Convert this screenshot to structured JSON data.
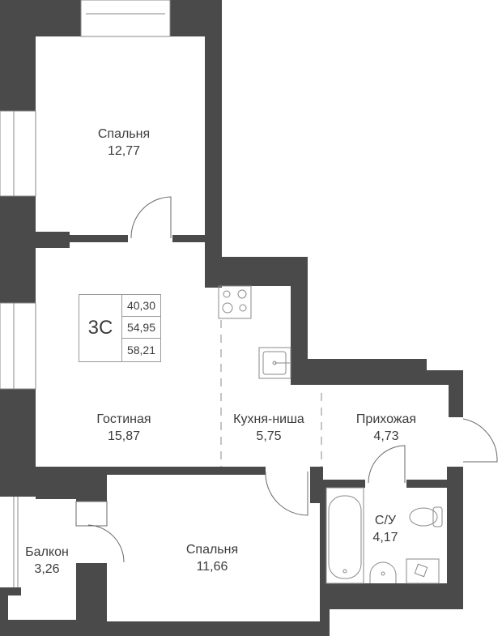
{
  "plan": {
    "type": "apartment-floor-plan",
    "apartment_code": "3С",
    "areas": {
      "living": "40,30",
      "total": "54,95",
      "total_with_balcony": "58,21"
    },
    "wall_color": "#4a4a4a",
    "line_color": "#8a8a8a",
    "rooms": [
      {
        "id": "bedroom-1",
        "name": "Спальня",
        "area": "12,77"
      },
      {
        "id": "living-room",
        "name": "Гостиная",
        "area": "15,87"
      },
      {
        "id": "kitchen-niche",
        "name": "Кухня-ниша",
        "area": "5,75"
      },
      {
        "id": "hallway",
        "name": "Прихожая",
        "area": "4,73"
      },
      {
        "id": "bathroom",
        "name": "С/У",
        "area": "4,17"
      },
      {
        "id": "balcony",
        "name": "Балкон",
        "area": "3,26"
      },
      {
        "id": "bedroom-2",
        "name": "Спальня",
        "area": "11,66"
      }
    ],
    "fixtures": [
      "stove-icon",
      "sink-icon",
      "bathtub-icon",
      "toilet-icon",
      "washbasin-icon",
      "washing-machine-icon"
    ]
  }
}
